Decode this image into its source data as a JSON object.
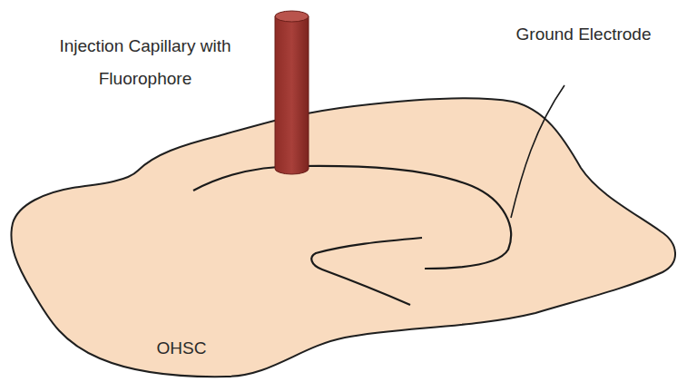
{
  "diagram": {
    "labels": [
      "Injection Capillary with Fluorophore",
      "Ground Electrode",
      "OHSC"
    ]
  }
}
